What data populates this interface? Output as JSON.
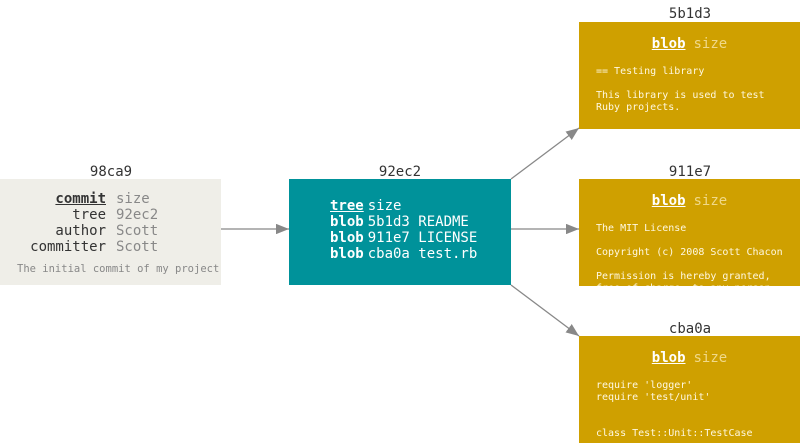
{
  "colors": {
    "commit": "#efeee8",
    "tree": "#00929a",
    "blob": "#cfa000",
    "arrow": "#888888"
  },
  "commit": {
    "id": "98ca9",
    "rows": [
      {
        "k": "commit",
        "v": "size"
      },
      {
        "k": "tree",
        "v": "92ec2"
      },
      {
        "k": "author",
        "v": "Scott"
      },
      {
        "k": "committer",
        "v": "Scott"
      }
    ],
    "message": "The initial commit of my project"
  },
  "tree": {
    "id": "92ec2",
    "rows": [
      {
        "k": "tree",
        "v": "size"
      },
      {
        "k": "blob",
        "v": "5b1d3 README"
      },
      {
        "k": "blob",
        "v": "911e7 LICENSE"
      },
      {
        "k": "blob",
        "v": "cba0a test.rb"
      }
    ]
  },
  "blobs": [
    {
      "id": "5b1d3",
      "type": "blob",
      "size": "size",
      "content": "== Testing library\n\nThis library is used to test\nRuby projects."
    },
    {
      "id": "911e7",
      "type": "blob",
      "size": "size",
      "content": "The MIT License\n\nCopyright (c) 2008 Scott Chacon\n\nPermission is hereby granted,\nfree of charge, to any person"
    },
    {
      "id": "cba0a",
      "type": "blob",
      "size": "size",
      "content": "require 'logger'\nrequire 'test/unit'\n\n\nclass Test::Unit::TestCase"
    }
  ]
}
